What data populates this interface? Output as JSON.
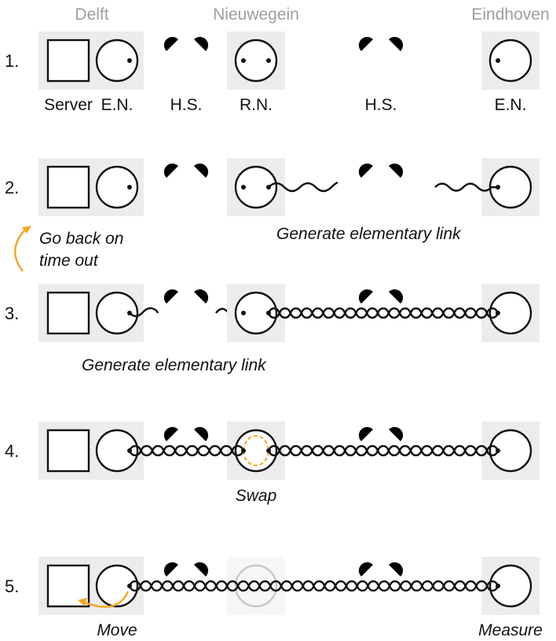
{
  "cities": {
    "delft": "Delft",
    "nieuwegein": "Nieuwegein",
    "eindhoven": "Eindhoven"
  },
  "steps": [
    "1.",
    "2.",
    "3.",
    "4.",
    "5."
  ],
  "node_labels": {
    "server": "Server",
    "en_left": "E.N.",
    "hs_left": "H.S.",
    "rn": "R.N.",
    "hs_right": "H.S.",
    "en_right": "E.N."
  },
  "captions": {
    "step2_left_line1": "Go back on",
    "step2_left_line2": "time out",
    "step2_right": "Generate elementary link",
    "step3": "Generate elementary link",
    "step4": "Swap",
    "step5_left": "Move",
    "step5_right": "Measure"
  },
  "colors": {
    "accent": "#f5a623",
    "node_background": "#ececec",
    "faded": "#c4c4c4",
    "city_label": "#9e9e9e"
  },
  "icons": [
    "server-square-icon",
    "qubit-circle-icon",
    "heralding-station-icon",
    "entanglement-chain-icon",
    "photon-wave-icon",
    "curved-arrow-icon"
  ]
}
